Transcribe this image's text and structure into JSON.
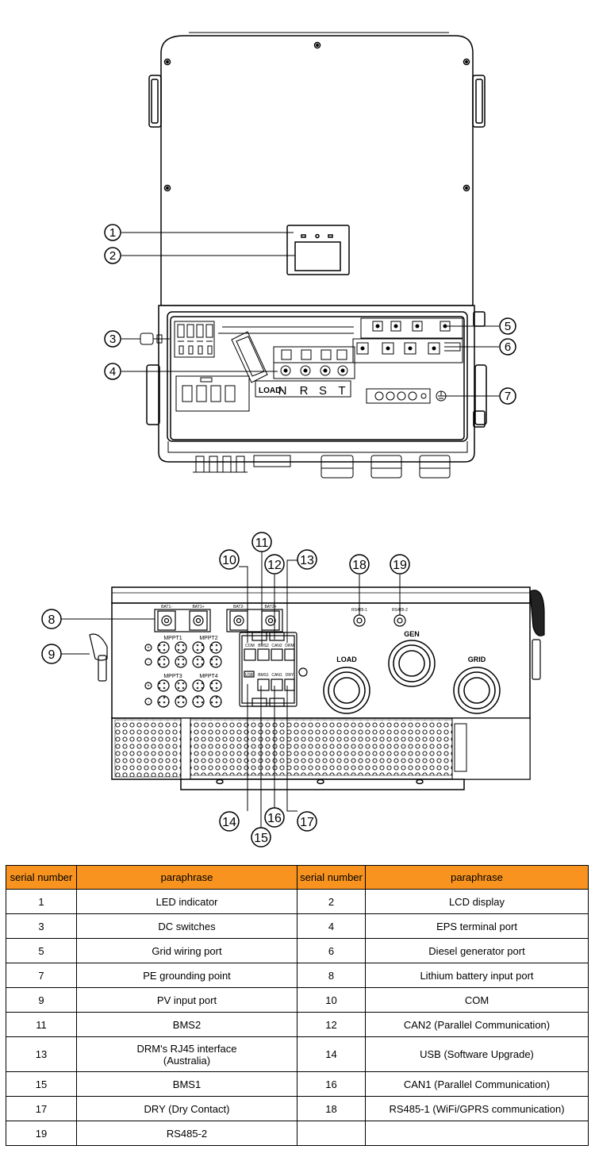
{
  "top_view": {
    "callouts": [
      "1",
      "2",
      "3",
      "4",
      "5",
      "6",
      "7"
    ],
    "load_label": "LOAD-",
    "phase_labels": [
      "N",
      "R",
      "S",
      "T"
    ]
  },
  "bottom_view": {
    "callouts": [
      "8",
      "9",
      "10",
      "11",
      "12",
      "13",
      "14",
      "15",
      "16",
      "17",
      "18",
      "19"
    ],
    "small_labels": {
      "bat1a": "BAT1-",
      "bat1b": "BAT1+",
      "bat2a": "BAT2-",
      "bat2b": "BAT2+",
      "mppt1": "MPPT1",
      "mppt2": "MPPT2",
      "mppt3": "MPPT3",
      "mppt4": "MPPT4",
      "com": "COM",
      "bms2": "BMS2",
      "can2": "CAN2",
      "drm": "DRM",
      "usb": "USB",
      "bms1": "BMS1",
      "can1": "CAN1",
      "dry": "DRY",
      "rs4851": "RS485-1",
      "rs4852": "RS485-2"
    },
    "port_labels": {
      "load": "LOAD",
      "gen": "GEN",
      "grid": "GRID"
    },
    "pv_signs": [
      "+",
      "-",
      "+",
      "-"
    ]
  },
  "table": {
    "header": [
      "serial number",
      "paraphrase",
      "serial number",
      "paraphrase"
    ],
    "rows": [
      [
        "1",
        "LED indicator",
        "2",
        "LCD display"
      ],
      [
        "3",
        "DC switches",
        "4",
        "EPS terminal port"
      ],
      [
        "5",
        "Grid wiring port",
        "6",
        "Diesel generator port"
      ],
      [
        "7",
        "PE grounding point",
        "8",
        "Lithium battery input port"
      ],
      [
        "9",
        "PV input port",
        "10",
        "COM"
      ],
      [
        "11",
        "BMS2",
        "12",
        "CAN2 (Parallel Communication)"
      ],
      [
        "13",
        "DRM's RJ45 interface\n(Australia)",
        "14",
        "USB (Software Upgrade)"
      ],
      [
        "15",
        "BMS1",
        "16",
        "CAN1 (Parallel Communication)"
      ],
      [
        "17",
        "DRY (Dry Contact)",
        "18",
        "RS485-1 (WiFi/GPRS communication)"
      ],
      [
        "19",
        "RS485-2",
        "",
        ""
      ]
    ]
  },
  "colors": {
    "header_bg": "#f7931e",
    "line": "#000000"
  }
}
